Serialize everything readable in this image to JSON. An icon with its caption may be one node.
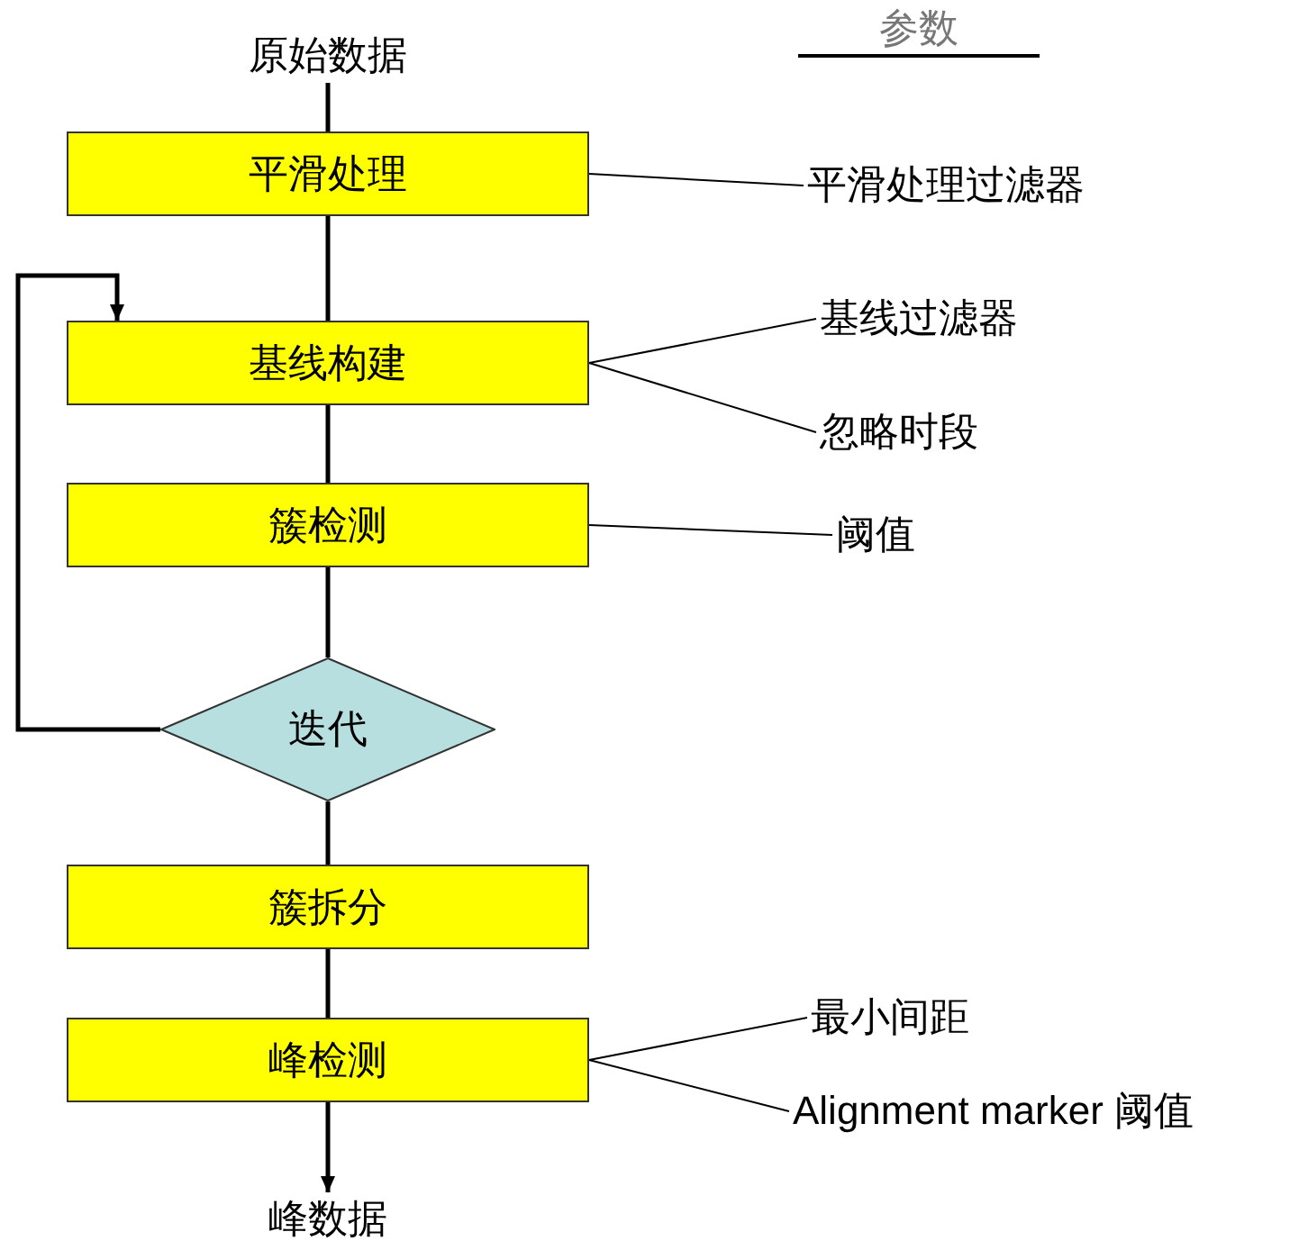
{
  "diagram": {
    "nodes": [
      {
        "text": [
          "原始数据"
        ]
      },
      {
        "text": [
          "平滑处理"
        ]
      },
      {
        "text": [
          "基线构建"
        ]
      },
      {
        "text": [
          "簇检测"
        ]
      },
      {
        "text": [
          "迭代"
        ]
      },
      {
        "text": [
          "簇拆分"
        ]
      },
      {
        "text": [
          "峰检测"
        ]
      },
      {
        "text": [
          "峰数据"
        ]
      },
      {
        "text": [
          "平滑处理过滤器"
        ]
      },
      {
        "text": [
          "基线过滤器"
        ]
      },
      {
        "text": [
          "忽略时段"
        ]
      },
      {
        "text": [
          "阈值"
        ]
      },
      {
        "text": [
          "最小间距"
        ]
      },
      {
        "text": [
          "Alignment marker  阈值"
        ]
      }
    ],
    "edges": [
      {
        "from": 0,
        "to": 1,
        "arrow": "none"
      },
      {
        "from": 1,
        "to": 2,
        "arrow": "none"
      },
      {
        "from": 2,
        "to": 3,
        "arrow": "none"
      },
      {
        "from": 3,
        "to": 4,
        "arrow": "none"
      },
      {
        "from": 4,
        "to": 5,
        "arrow": "none"
      },
      {
        "from": 5,
        "to": 6,
        "arrow": "none"
      },
      {
        "from": 6,
        "to": 7,
        "arrow": "to"
      },
      {
        "from": 4,
        "to": 2,
        "arrow": "to"
      },
      {
        "from": 8,
        "to": 1,
        "arrow": "none"
      },
      {
        "from": 9,
        "to": 2,
        "arrow": "none"
      },
      {
        "from": 10,
        "to": 2,
        "arrow": "none"
      },
      {
        "from": 11,
        "to": 3,
        "arrow": "none"
      },
      {
        "from": 12,
        "to": 6,
        "arrow": "none"
      },
      {
        "from": 13,
        "to": 6,
        "arrow": "none"
      }
    ],
    "labels": [
      "参数"
    ]
  }
}
